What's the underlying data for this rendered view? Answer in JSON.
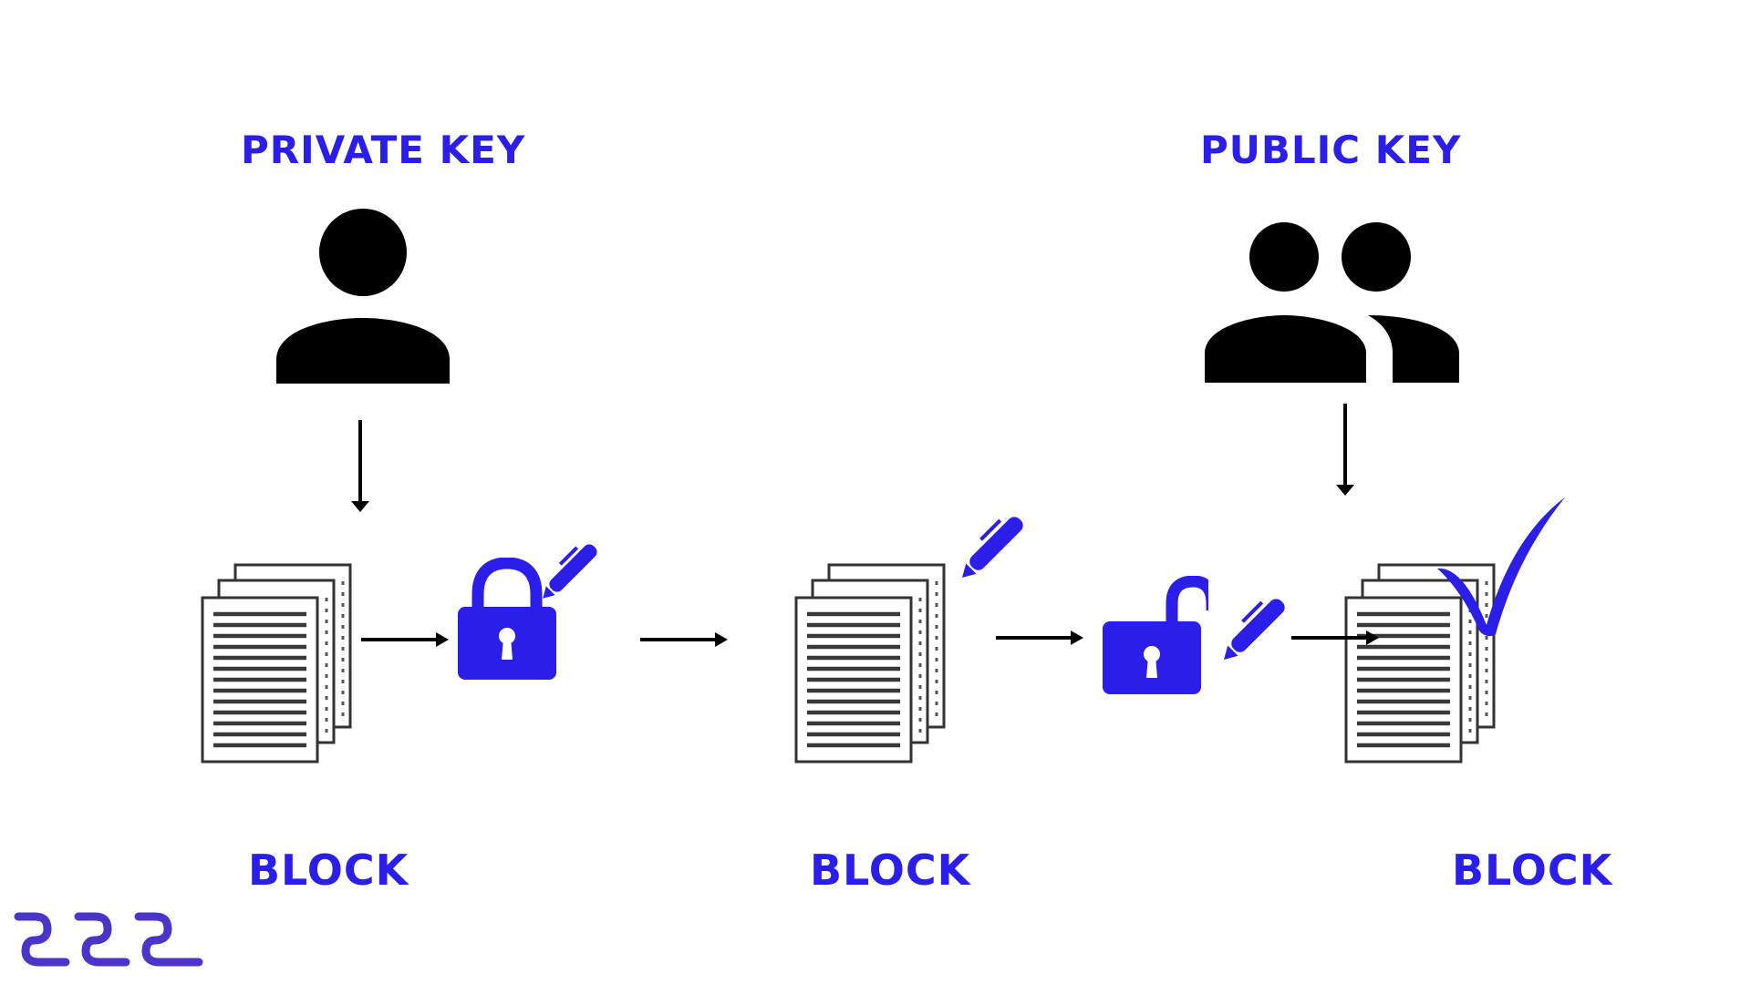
{
  "labels": {
    "private_key": "PRIVATE KEY",
    "public_key": "PUBLIC KEY",
    "block_1": "BLOCK",
    "block_2": "BLOCK",
    "block_3": "BLOCK"
  },
  "colors": {
    "accent": "#2a1ee8",
    "logo": "#4a35c9",
    "ink": "#000000",
    "paper_line": "#3a3a3a"
  },
  "icons": {
    "signer": "person-icon",
    "verifiers": "people-icon",
    "document": "document-stack-icon",
    "locked": "padlock-closed-icon",
    "unlocked": "padlock-open-icon",
    "signature": "pen-icon",
    "verified": "checkmark-icon",
    "brand": "logo"
  }
}
